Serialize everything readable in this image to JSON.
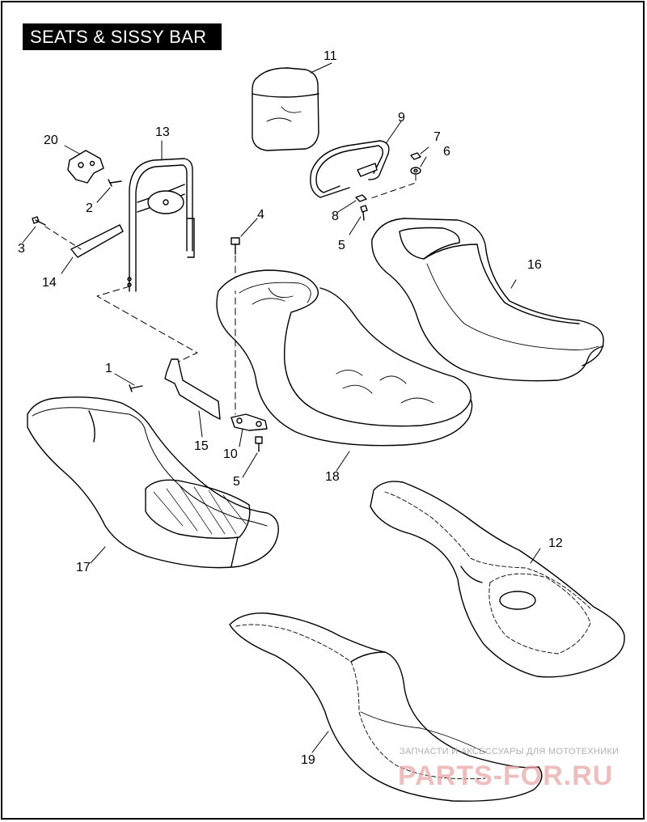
{
  "title": "SEATS & SISSY BAR",
  "watermark": {
    "tagline": "ЗАПЧАСТИ И АКСЕССУАРЫ ДЛЯ МОТОТЕХНИКИ",
    "brand": "PARTS-FOR.RU"
  },
  "callouts": {
    "c1": "1",
    "c2": "2",
    "c3": "3",
    "c4": "4",
    "c5a": "5",
    "c5b": "5",
    "c6": "6",
    "c7": "7",
    "c8": "8",
    "c9": "9",
    "c10": "10",
    "c11": "11",
    "c12": "12",
    "c13": "13",
    "c14": "14",
    "c15": "15",
    "c16": "16",
    "c17": "17",
    "c18": "18",
    "c19": "19",
    "c20": "20"
  },
  "colors": {
    "line": "#000000",
    "background": "#ffffff",
    "watermark_brand": "#e9a7a7"
  }
}
